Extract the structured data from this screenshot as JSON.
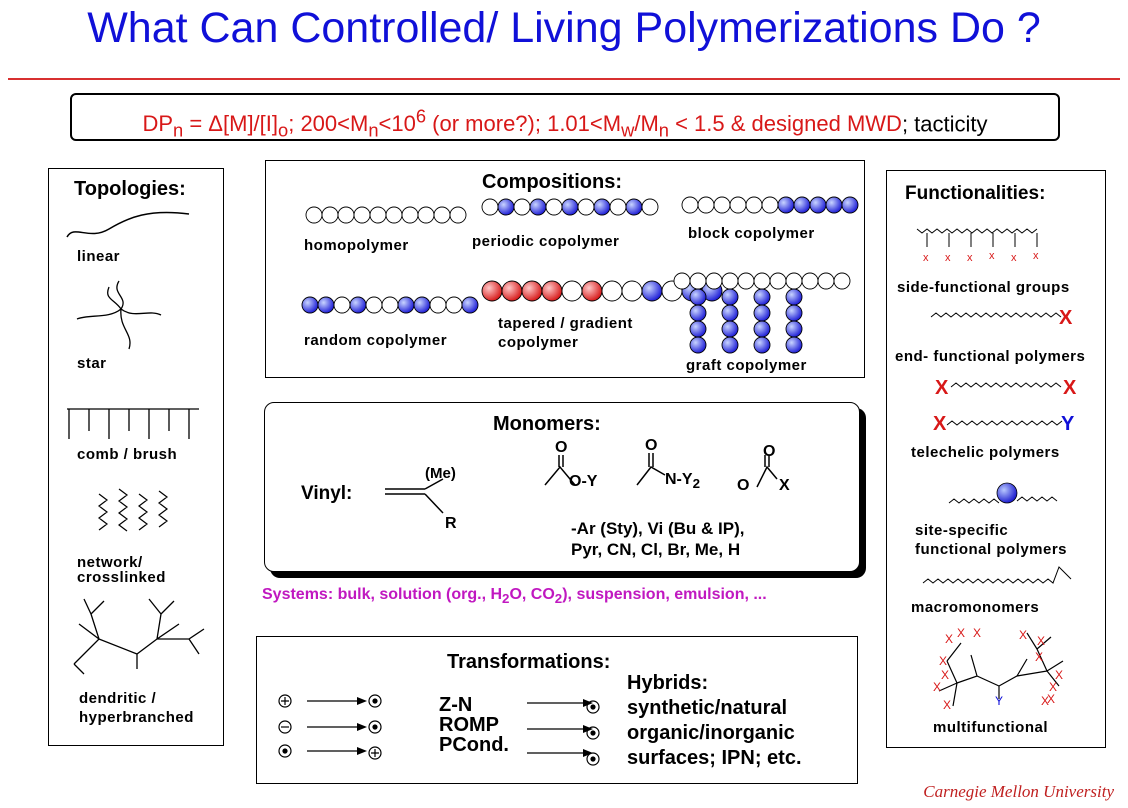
{
  "title": "What Can Controlled/ Living Polymerizations Do ?",
  "formula": {
    "dp": "DP",
    "dp_sub": "n",
    "dp_expr": " = Δ[M]/[I]",
    "o_sub": "o",
    "sep1": ";   200<M",
    "n_sub1": "n",
    "lt10": "<10",
    "exp6": "6",
    "more": " (or more?);  1.01<M",
    "w_sub": "w",
    "slash_m": "/M",
    "n_sub2": "n",
    "tail": " < 1.5 & designed MWD",
    "tacticity": "; tacticity"
  },
  "topologies": {
    "header": "Topologies:",
    "items": [
      "linear",
      "star",
      "comb / brush",
      "network/",
      "crosslinked",
      "dendritic /",
      "hyperbranched"
    ]
  },
  "compositions": {
    "header": "Compositions:",
    "homopolymer": "homopolymer",
    "periodic": "periodic copolymer",
    "block": "block copolymer",
    "random": "random copolymer",
    "tapered_1": "tapered / gradient",
    "tapered_2": "copolymer",
    "graft": "graft copolymer"
  },
  "monomers": {
    "header": "Monomers:",
    "vinyl": "Vinyl:",
    "me": "(Me)",
    "r": "R",
    "o": "O",
    "oy": "O-Y",
    "ny2": "N-Y",
    "ny2_sub": "2",
    "ox_o": "O",
    "ox_x": "X",
    "subs_1": "-Ar (Sty), Vi (Bu & IP),",
    "subs_2": "Pyr, CN, Cl, Br, Me, H"
  },
  "systems": {
    "prefix": "Systems: bulk, solution (org., H",
    "h2o_sub": "2",
    "mid": "O, CO",
    "co2_sub": "2",
    "suffix": "), suspension, emulsion, ..."
  },
  "transformations": {
    "header": "Transformations:",
    "zn": "Z-N",
    "romp": "ROMP",
    "pcond": "PCond.",
    "hybrids": "Hybrids:",
    "h1": "synthetic/natural",
    "h2": "organic/inorganic",
    "h3": "surfaces; IPN; etc."
  },
  "functionalities": {
    "header": "Functionalities:",
    "side": "side-functional  groups",
    "end": "end- functional polymers",
    "telechelic": "telechelic polymers",
    "site_1": "site-specific",
    "site_2": "functional polymers",
    "macro": "macromonomers",
    "multi": "multifunctional",
    "x": "X",
    "y": "Y"
  },
  "footer": "Carnegie Mellon University",
  "colors": {
    "title": "#1010d8",
    "red": "#d81818",
    "blue_bead": "#3030e0",
    "red_bead": "#e03030",
    "magenta": "#c018c0"
  }
}
